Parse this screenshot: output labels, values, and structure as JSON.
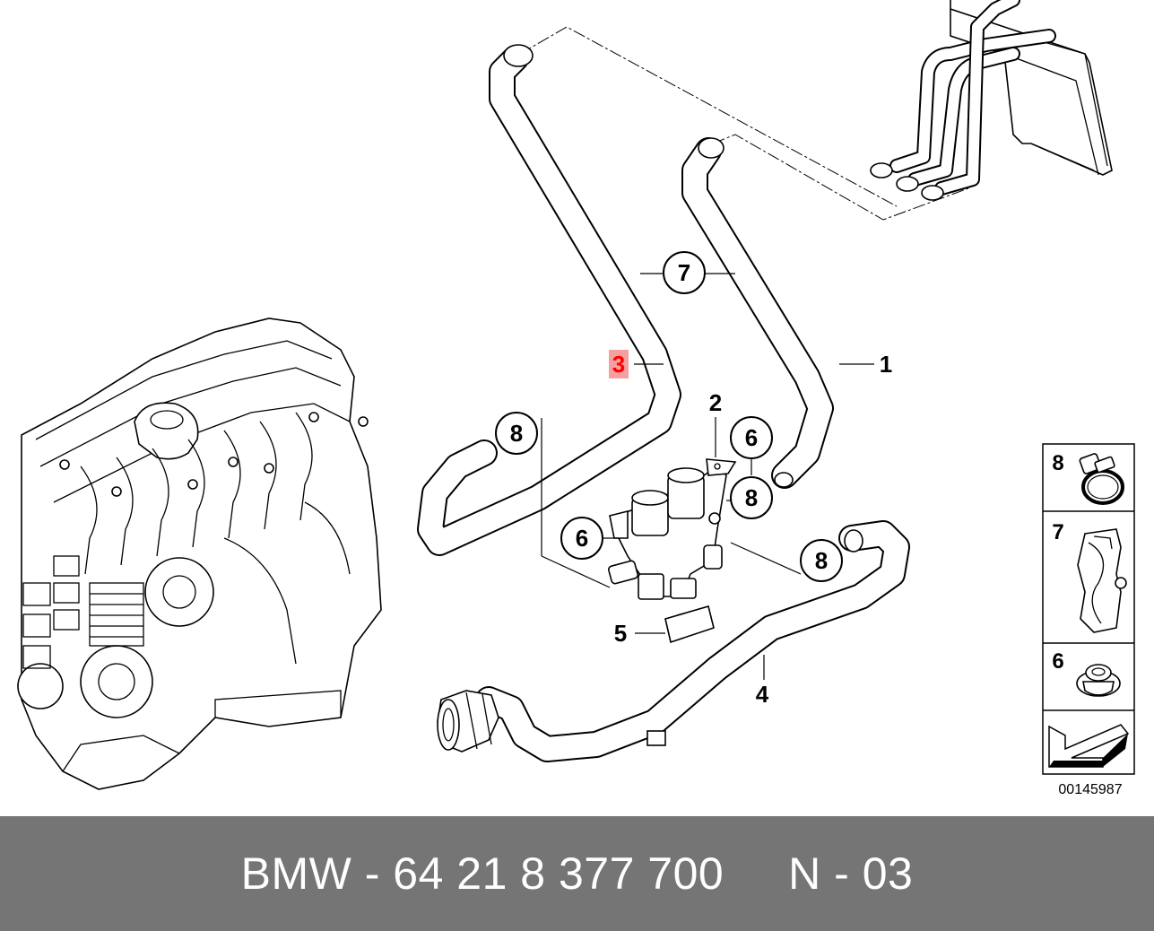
{
  "diagram": {
    "callouts": {
      "c7": "7",
      "c8_left": "8",
      "c6_right": "6",
      "c8_right": "8",
      "c6_left": "6",
      "c8_lower": "8"
    },
    "labels": {
      "l1": "1",
      "l2": "2",
      "l3": "3",
      "l4": "4",
      "l5": "5"
    },
    "highlight_color": "#f4a0a0",
    "legend": {
      "items": [
        {
          "number": "8",
          "icon": "hose-clamp-icon"
        },
        {
          "number": "7",
          "icon": "hose-holder-icon"
        },
        {
          "number": "6",
          "icon": "grommet-icon"
        }
      ],
      "arrow_icon": "direction-arrow-icon",
      "reference_code": "00145987"
    }
  },
  "footer": {
    "text": "BMW - 64 21 8 377 700     N - 03",
    "background_color": "#757575"
  }
}
